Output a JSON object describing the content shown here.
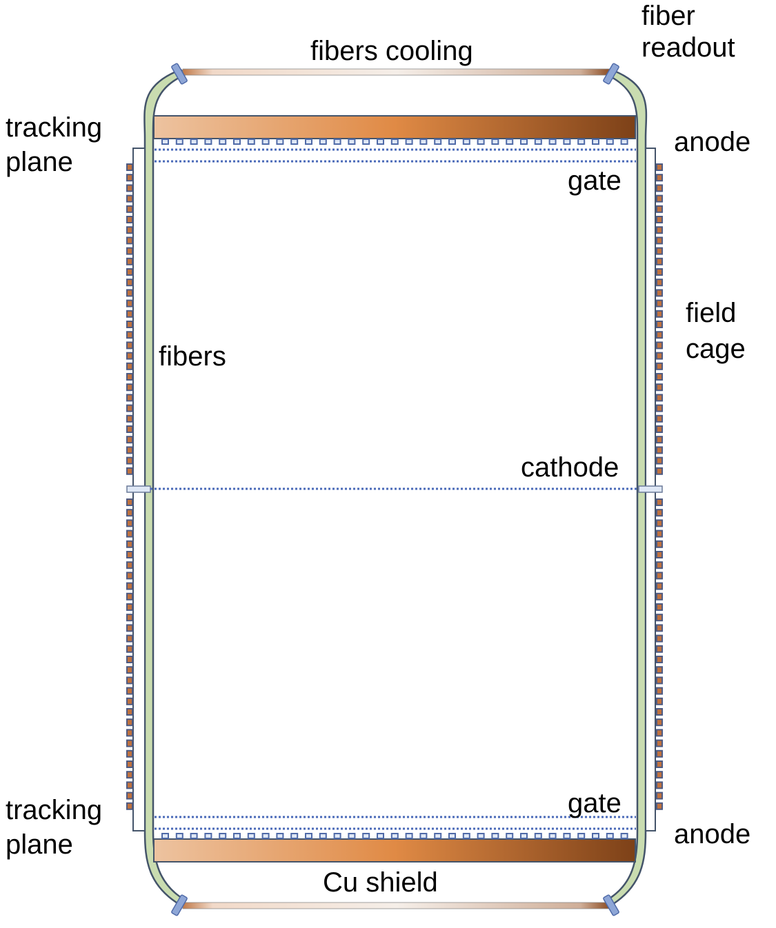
{
  "labels": {
    "fiber_readout": [
      "fiber",
      "readout"
    ],
    "fibers_cooling": "fibers cooling",
    "tracking_plane_top": [
      "tracking",
      "plane"
    ],
    "anode_top": "anode",
    "gate_top": "gate",
    "field_cage": [
      "field",
      "cage"
    ],
    "fibers": "fibers",
    "cathode": "cathode",
    "gate_bottom": "gate",
    "tracking_plane_bottom": [
      "tracking",
      "plane"
    ],
    "anode_bottom": "anode",
    "cu_shield": "Cu shield"
  },
  "colors": {
    "outline": "#44546a",
    "fiber_fill": "#c9dcb0",
    "wire": "#4a6ab8",
    "sipm_fill": "#dfe8f6",
    "sipm_stroke": "#4f6aa8",
    "ring_stroke": "#4f5b82",
    "ring_fill": "#c0723f",
    "copper_light": "#edc3a0",
    "copper_mid": "#e08a45",
    "copper_dark": "#7d4118",
    "connector": "#8ea6d6"
  }
}
